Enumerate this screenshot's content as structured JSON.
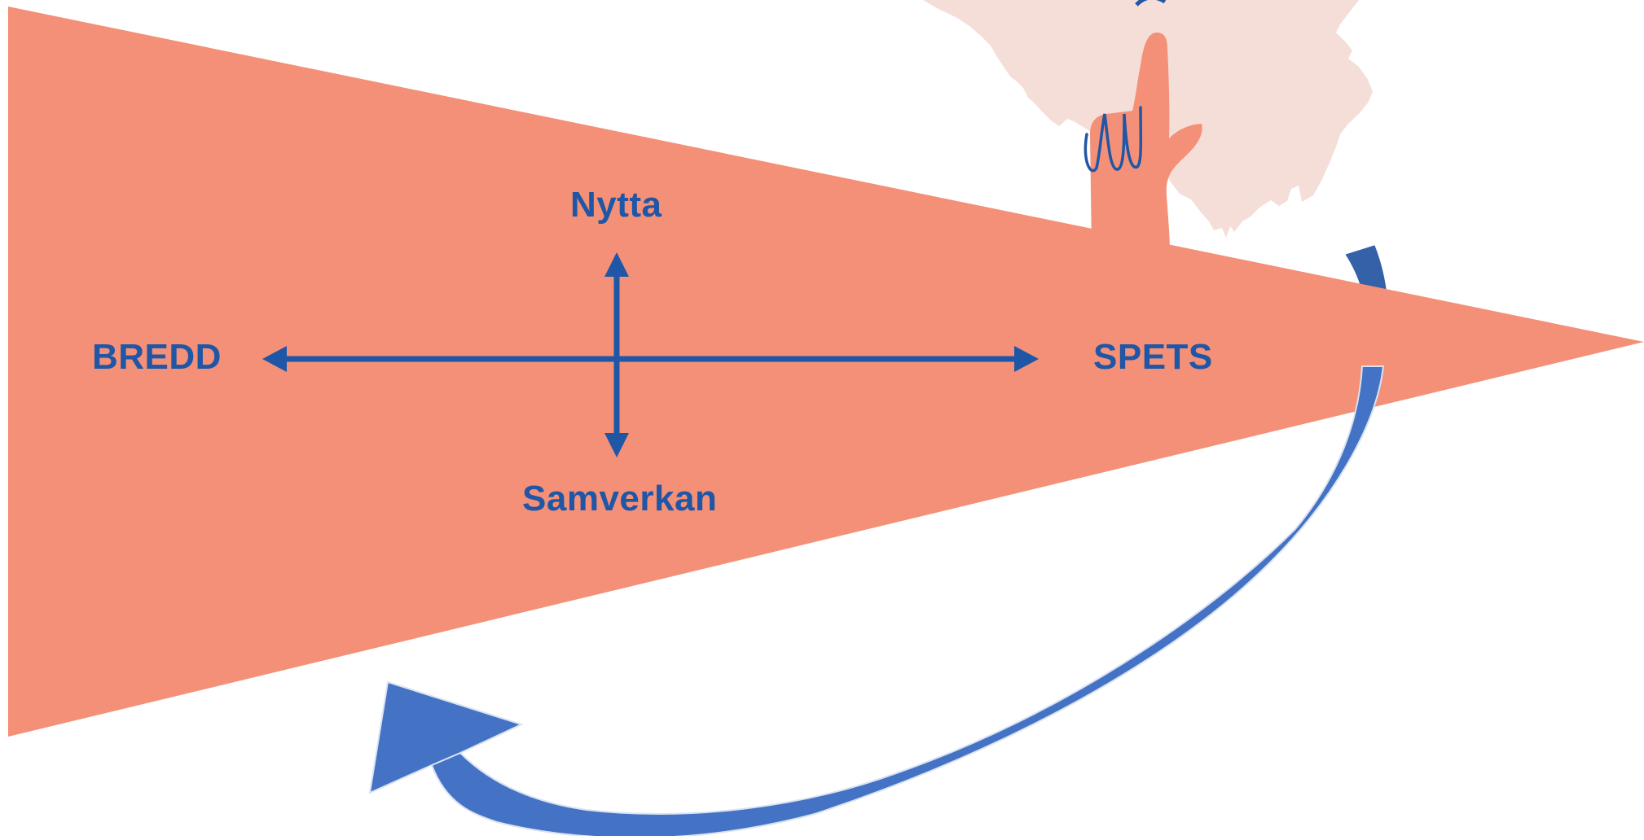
{
  "diagram": {
    "labels": {
      "nytta": "Nytta",
      "bredd": "BREDD",
      "spets": "SPETS",
      "samverkan": "Samverkan"
    },
    "colors": {
      "wedge": "#f39077",
      "text_and_arrows": "#1f56a6",
      "return_arrow": "#4472c4",
      "return_arrow_dark": "#3461a8",
      "hand": "#f39077",
      "map": "#f5ded8",
      "background": "#ffffff"
    },
    "icons": [
      "pointing-hand-icon",
      "map-silhouette-icon",
      "curved-return-arrow-icon",
      "double-headed-arrow-icon"
    ]
  }
}
